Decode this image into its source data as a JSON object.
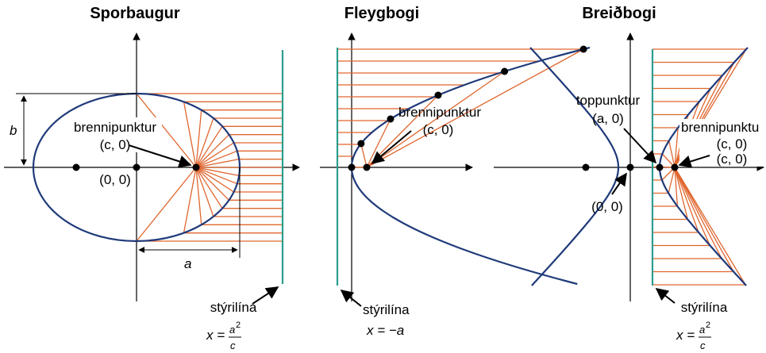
{
  "panels": {
    "ellipse": {
      "title": "Sporbaugur",
      "focus_label": "brennipunktur",
      "focus_coord": "(c, 0)",
      "origin_label": "(0, 0)",
      "b_label": "b",
      "a_label": "a",
      "directrix_label": "stýrilína",
      "directrix_eq_lhs": "x =",
      "directrix_eq_num": "a",
      "directrix_eq_sup": "2",
      "directrix_eq_den": "c"
    },
    "parabola": {
      "title": "Fleygbogi",
      "focus_label": "brennipunktur",
      "focus_coord": "(c, 0)",
      "directrix_label": "stýrilína",
      "directrix_eq": "x = −a"
    },
    "hyperbola": {
      "title": "Breiðbogi",
      "vertex_label": "toppunktur",
      "vertex_coord": "(a, 0)",
      "focus_label": "brennipunktu",
      "focus_coord_1": "(c, 0)",
      "focus_coord_2": "(c, 0)",
      "origin_label": "(0, 0)",
      "directrix_label": "stýrilína",
      "directrix_eq_lhs": "x =",
      "directrix_eq_num": "a",
      "directrix_eq_sup": "2",
      "directrix_eq_den": "c"
    }
  },
  "colors": {
    "curve": "#1f3a7a",
    "ray": "#e0662e",
    "directrix": "#2a9d8f",
    "axis": "#000000"
  }
}
